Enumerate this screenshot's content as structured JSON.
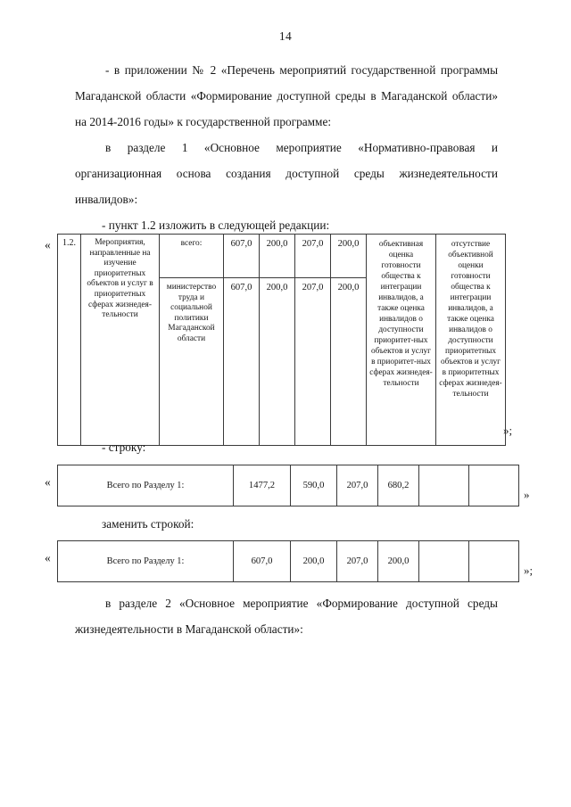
{
  "page": {
    "number": "14"
  },
  "body": {
    "paragraphs": [
      "- в приложении № 2 «Перечень мероприятий государственной программы Магаданской области «Формирование доступной среды в Магаданской области» на 2014-2016 годы» к государственной программе:",
      "в разделе 1 «Основное мероприятие «Нормативно-правовая и организационная основа создания доступной среды жизнедеятельности инвалидов»:",
      "- пункт 1.2 изложить в следующей редакции:",
      "- строку:",
      "заменить строкой:",
      "в разделе 2 «Основное мероприятие «Формирование доступной среды жизнедеятельности в Магаданской области»:"
    ]
  },
  "marks": {
    "open_quote": "«",
    "close_quote": "»",
    "close_quote_semicolon": "»;"
  },
  "main_table": {
    "index": "1.2.",
    "measure_name": "Мероприятия, направленные на изучение приоритетных объектов и услуг в приоритетных сферах жизнедея-тельности",
    "rows": [
      {
        "executor": "всего:",
        "values": [
          "607,0",
          "200,0",
          "207,0",
          "200,0"
        ]
      },
      {
        "executor": "министерство труда и социальной политики Магаданской области",
        "values": [
          "607,0",
          "200,0",
          "207,0",
          "200,0"
        ]
      }
    ],
    "expected_result": "объективная оценка готовности общества к интеграции инвалидов, а также оценка инвалидов о доступности приоритет-ных объектов и услуг в приоритет-ных сферах жизнедея-тельности",
    "risk_description": "отсутствие объективной оценки готовности общества к интеграции инвалидов, а также оценка инвалидов о доступности приоритетных объектов и услуг в приоритетных сферах жизнедея-тельности"
  },
  "summary_table_old": {
    "label": "Всего по Разделу 1:",
    "values": [
      "1477,2",
      "590,0",
      "207,0",
      "680,2"
    ],
    "empty_cells": [
      "",
      ""
    ]
  },
  "summary_table_new": {
    "label": "Всего по Разделу 1:",
    "values": [
      "607,0",
      "200,0",
      "207,0",
      "200,0"
    ],
    "empty_cells": [
      "",
      ""
    ]
  }
}
